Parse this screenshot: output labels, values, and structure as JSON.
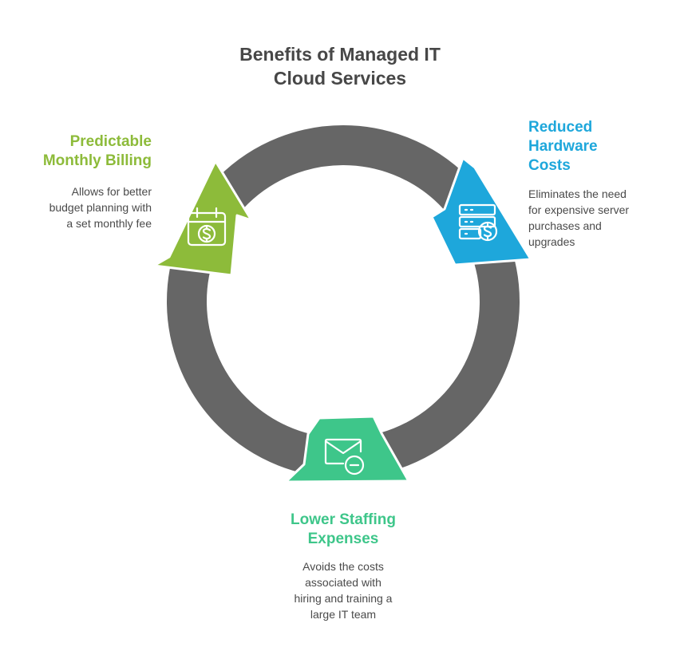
{
  "title": "Benefits of Managed IT\nCloud Services",
  "colors": {
    "ring": "#666666",
    "green": "#8DBB3A",
    "blue": "#1EA7DB",
    "teal": "#3EC68A",
    "text": "#4a4a4a",
    "title": "#474747"
  },
  "benefits": [
    {
      "id": "billing",
      "heading": "Predictable\nMonthly Billing",
      "description": "Allows for better\nbudget planning with\na set monthly fee",
      "icon": "calendar-dollar-icon",
      "color": "#8DBB3A"
    },
    {
      "id": "hardware",
      "heading": "Reduced\nHardware\nCosts",
      "description": "Eliminates the need\nfor expensive server\npurchases and\nupgrades",
      "icon": "server-dollar-icon",
      "color": "#1EA7DB"
    },
    {
      "id": "staffing",
      "heading": "Lower Staffing\nExpenses",
      "description": "Avoids the costs\nassociated with\nhiring and training a\nlarge IT team",
      "icon": "mail-minus-icon",
      "color": "#3EC68A"
    }
  ]
}
